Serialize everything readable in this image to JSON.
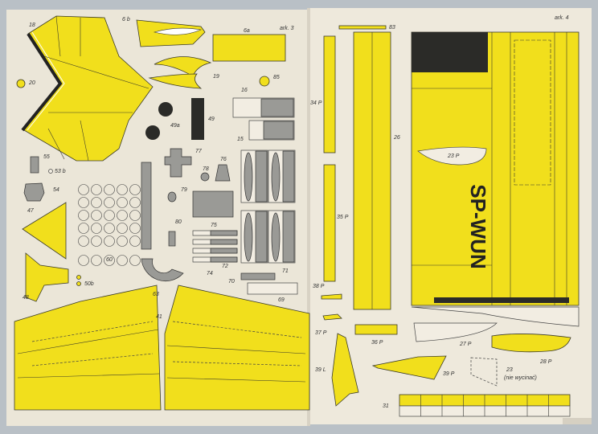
{
  "sheet_left": {
    "title": "ark. 3",
    "parts": [
      "18",
      "20",
      "6 b",
      "6a",
      "19",
      "85",
      "16",
      "15",
      "49",
      "49a",
      "77",
      "76",
      "78",
      "79",
      "75",
      "80",
      "72",
      "71",
      "74",
      "70",
      "69",
      "63",
      "60",
      "55",
      "53 b",
      "54",
      "47",
      "48",
      "50b",
      "41"
    ]
  },
  "sheet_right": {
    "title": "ark. 4",
    "registration": "SP-WUN",
    "parts": [
      "83",
      "34 P",
      "35 P",
      "26",
      "23 P",
      "38 P",
      "37 P",
      "36 P",
      "27 P",
      "28 P",
      "39 L",
      "39 P",
      "23",
      "(nie wycinać)",
      "31"
    ]
  },
  "colors": {
    "yellow": "#f1df1c",
    "paper": "#ede8da",
    "grey": "#9a9a96",
    "black": "#2b2b28"
  }
}
